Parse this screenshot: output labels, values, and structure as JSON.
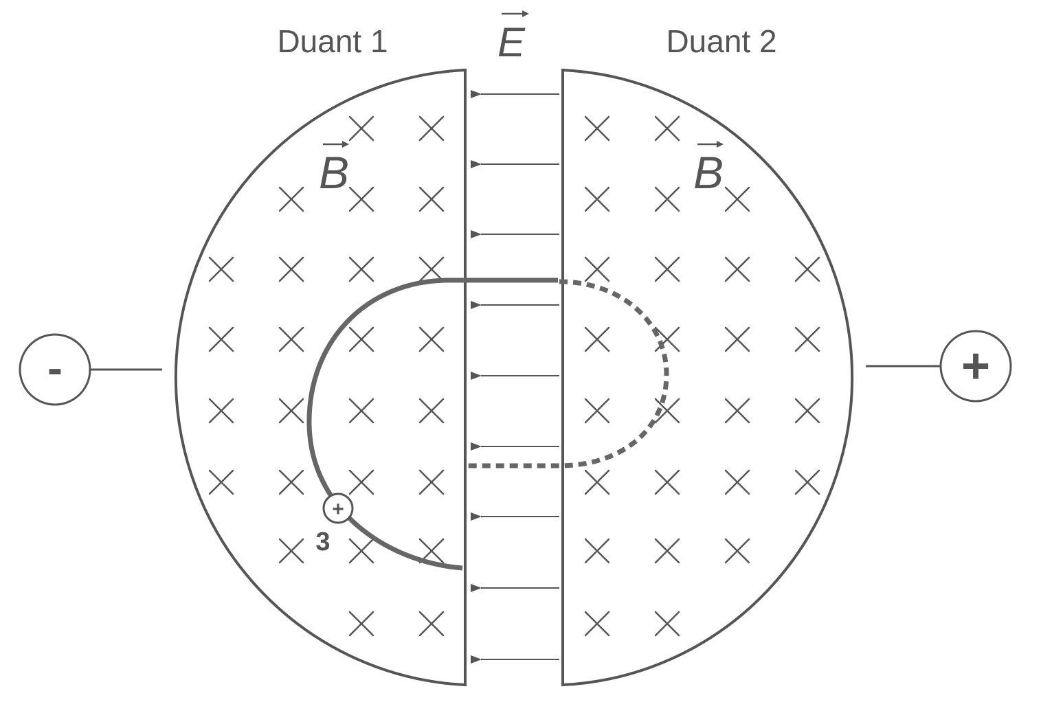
{
  "labels": {
    "duant_left": "Duant 1",
    "duant_right": "Duant 2",
    "field_e": "E",
    "field_b": "B",
    "terminal_negative": "-",
    "terminal_positive": "+",
    "particle_charge": "+",
    "position_number": "3"
  },
  "colors": {
    "stroke": "#555555",
    "background": "#ffffff"
  }
}
